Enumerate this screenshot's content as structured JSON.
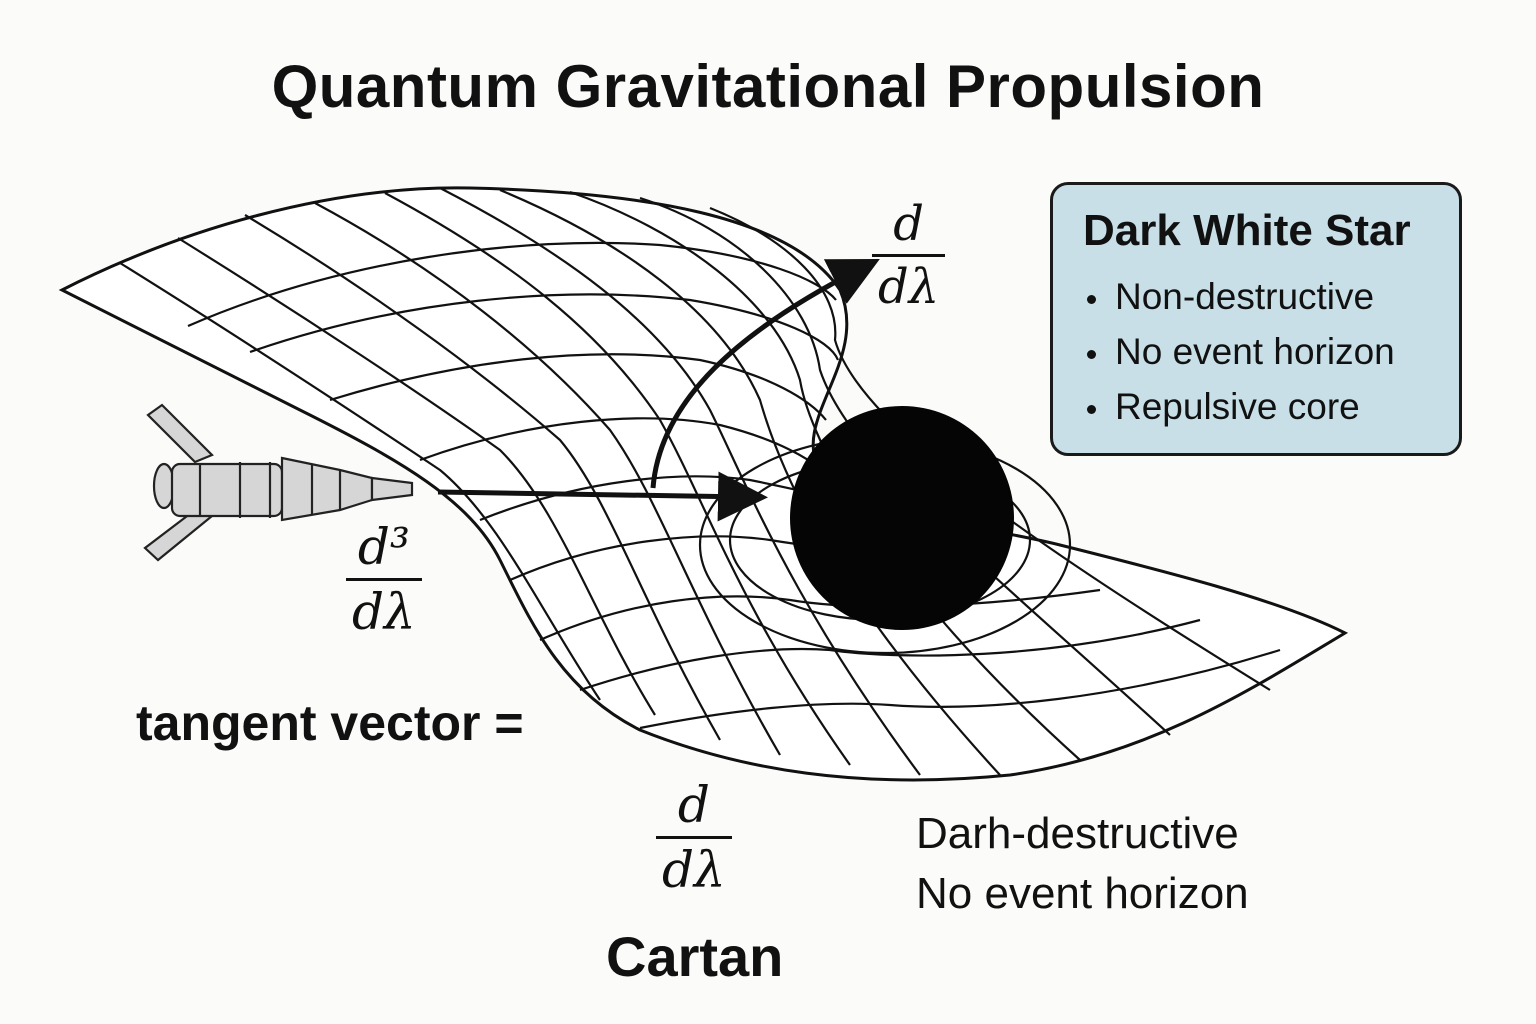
{
  "title": "Quantum Gravitational Propulsion",
  "info_box": {
    "heading": "Dark White Star",
    "bullets": [
      "Non-destructive",
      "No event horizon",
      "Repulsive core"
    ],
    "background": "#c8dfe7"
  },
  "fractions": {
    "top": {
      "numerator": "d",
      "denominator": "dλ"
    },
    "rocket": {
      "numerator": "d³",
      "denominator": "dλ"
    },
    "bottom": {
      "numerator": "d",
      "denominator": "dλ"
    }
  },
  "tangent_label": "tangent vector =",
  "cartan_label": "Cartan",
  "notes": [
    "Darh-destructive",
    "No event horizon"
  ],
  "colors": {
    "ink": "#111111",
    "grid_fill": "#ffffff",
    "star": "#050505",
    "rocket_fill": "#d6d6d6"
  },
  "icons": [
    "rocket-icon",
    "black-star-icon"
  ]
}
